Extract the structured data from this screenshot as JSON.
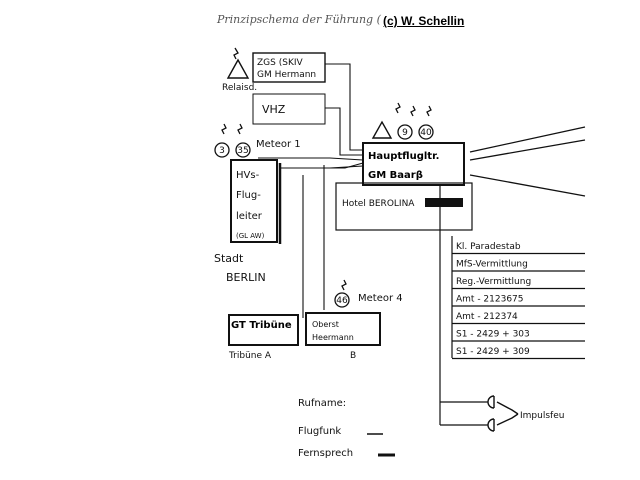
{
  "header": {
    "caption": "Prinzipschema der Führung (",
    "credit": "(c) W. Schellin"
  },
  "nodes": {
    "zgs": {
      "line1": "ZGS (SKIV",
      "line2": "GM Hermann"
    },
    "relaisd": "Relaisd.",
    "vhz": "VHZ",
    "meteor1": "Meteor 1",
    "hvs": {
      "line1": "HVs-",
      "line2": "Flug-",
      "line3": "leiter",
      "line4": "(GL AW)"
    },
    "stadt": {
      "line1": "Stadt",
      "line2": "BERLIN"
    },
    "hauptflug": {
      "line1": "Hauptflugltr.",
      "line2": "GM Baarβ"
    },
    "hotel": "Hotel BEROLINA",
    "meteor4": "Meteor 4",
    "gtribune": "GT Tribüne",
    "oberst": {
      "line1": "Oberst",
      "line2": "Heermann"
    },
    "tribune": "Tribüne A",
    "tribune_b": "B",
    "badge_3": "3",
    "badge_35": "35",
    "badge_9": "9",
    "badge_40": "40",
    "badge_46": "46"
  },
  "phone_list": [
    "Kl. Paradestab",
    "MfS-Vermittlung",
    "Reg.-Vermittlung",
    "Amt - 2123675",
    "Amt - 212374",
    "S1 - 2429 + 303",
    "S1 - 2429 + 309"
  ],
  "legend": {
    "rufname": "Rufname:",
    "flugfunk": "Flugfunk",
    "fernsprech": "Fernsprech",
    "impulse": "Impulsfeu"
  }
}
